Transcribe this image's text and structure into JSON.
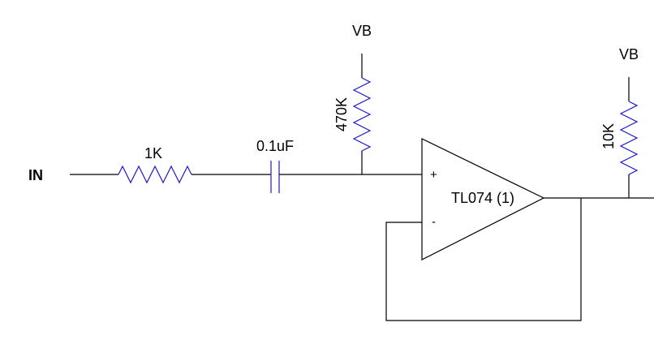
{
  "colors": {
    "wire": "#000000",
    "component": "#1a1acc",
    "background": "#ffffff"
  },
  "input": {
    "label": "IN"
  },
  "resistor_in": {
    "label": "1K"
  },
  "capacitor": {
    "label": "0.1uF"
  },
  "bias_resistor": {
    "label": "470K",
    "supply_label": "VB"
  },
  "opamp": {
    "label": "TL074 (1)",
    "plus_label": "+",
    "minus_label": "-"
  },
  "output_resistor": {
    "label": "10K",
    "supply_label": "VB"
  }
}
